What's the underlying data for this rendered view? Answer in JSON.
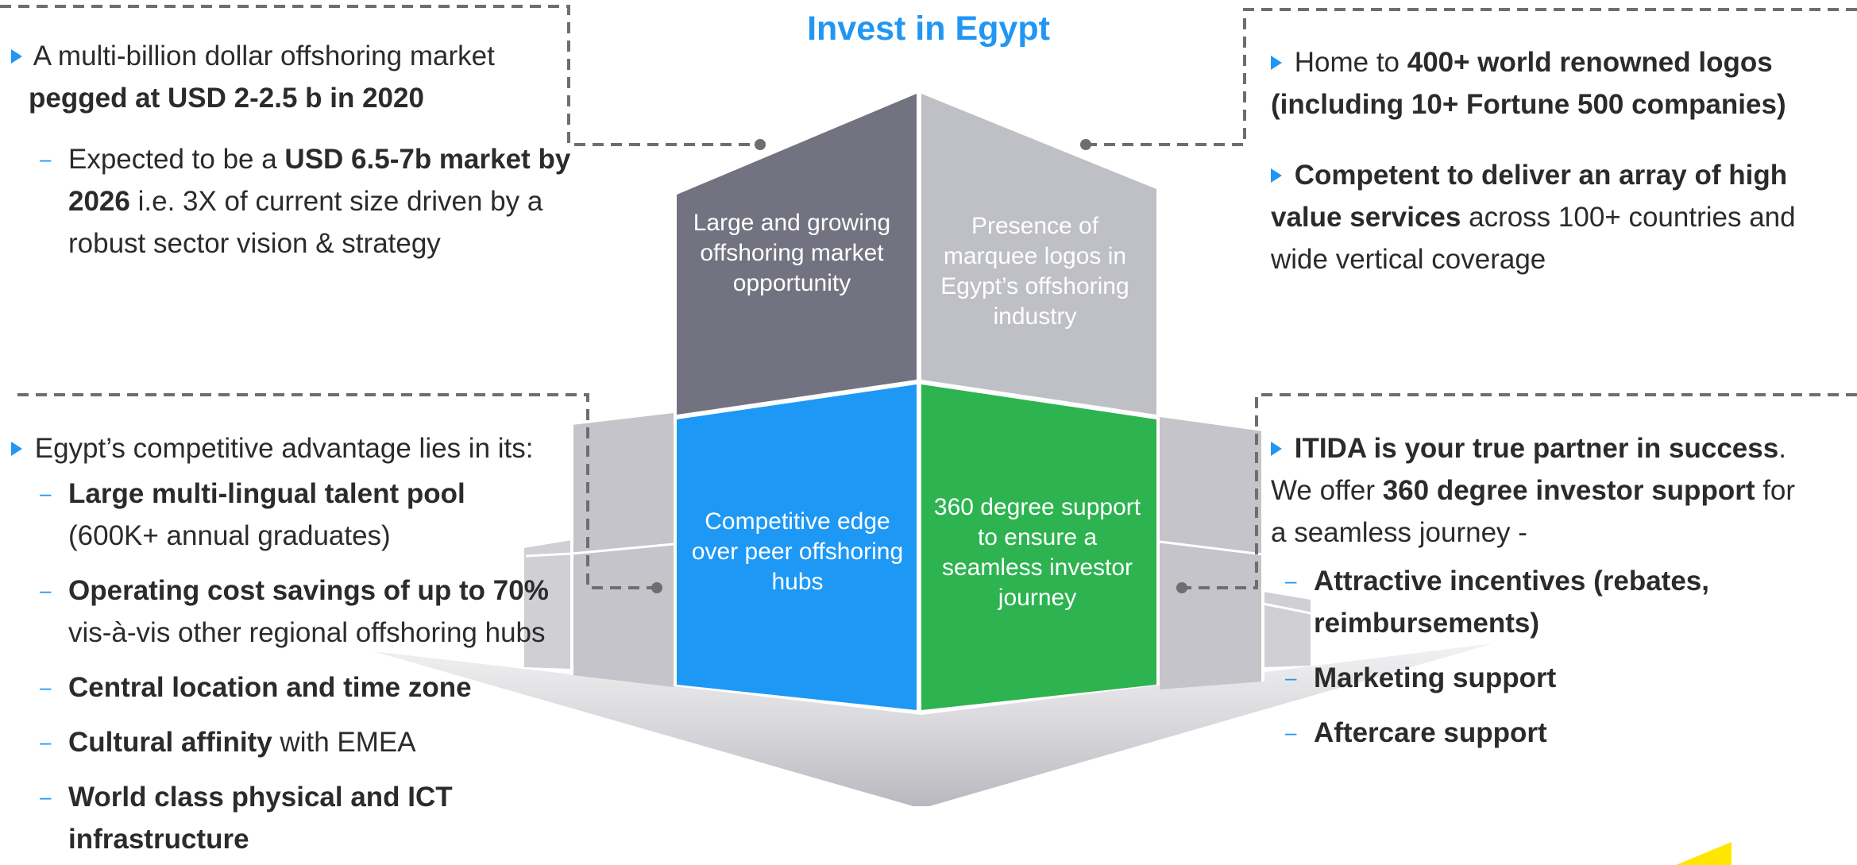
{
  "title": "Invest in Egypt",
  "faces": {
    "top_left": "Large and growing offshoring market opportunity",
    "top_right": "Presence of marquee logos in Egypt’s offshoring industry",
    "bottom_left": "Competitive edge over peer offshoring hubs",
    "bottom_right": "360 degree support to ensure a seamless investor journey"
  },
  "top_left_block": {
    "l1": "A multi-billion dollar offshoring market",
    "l2": "pegged at USD 2-2.5 b in 2020",
    "sub_a": "Expected to be a ",
    "sub_b": "USD 6.5-7b market by 2026",
    "sub_c": " i.e. 3X of current size driven by a robust sector vision & strategy"
  },
  "top_right_block": {
    "p1_a": "Home to ",
    "p1_b": "400+ world renowned logos (including 10+ Fortune 500 companies)",
    "p2_a": "Competent to deliver an array of high value services",
    "p2_b": " across 100+ countries and wide vertical coverage"
  },
  "bottom_left_block": {
    "intro": "Egypt’s competitive advantage lies in its:",
    "i1_a": "Large multi-lingual talent pool",
    "i1_b": "(600K+ annual graduates)",
    "i2_a": "Operating cost savings of up to 70%",
    "i2_b": "vis-à-vis other regional offshoring hubs",
    "i3": "Central location and time zone",
    "i4_a": "Cultural affinity",
    "i4_b": " with EMEA",
    "i5": "World class physical and ICT infrastructure"
  },
  "bottom_right_block": {
    "p_a": "ITIDA is your true partner in success",
    "p_b": ". We offer ",
    "p_c": "360 degree investor support",
    "p_d": " for a seamless journey -",
    "i1": "Attractive incentives (rebates, reimbursements)",
    "i2": "Marketing support",
    "i3": "Aftercare support"
  },
  "colors": {
    "accent": "#2196f3",
    "dark_grey_face": "#727280",
    "light_grey_face": "#bfbfc6",
    "green_face": "#2db350",
    "blue_face": "#1e98f5"
  }
}
